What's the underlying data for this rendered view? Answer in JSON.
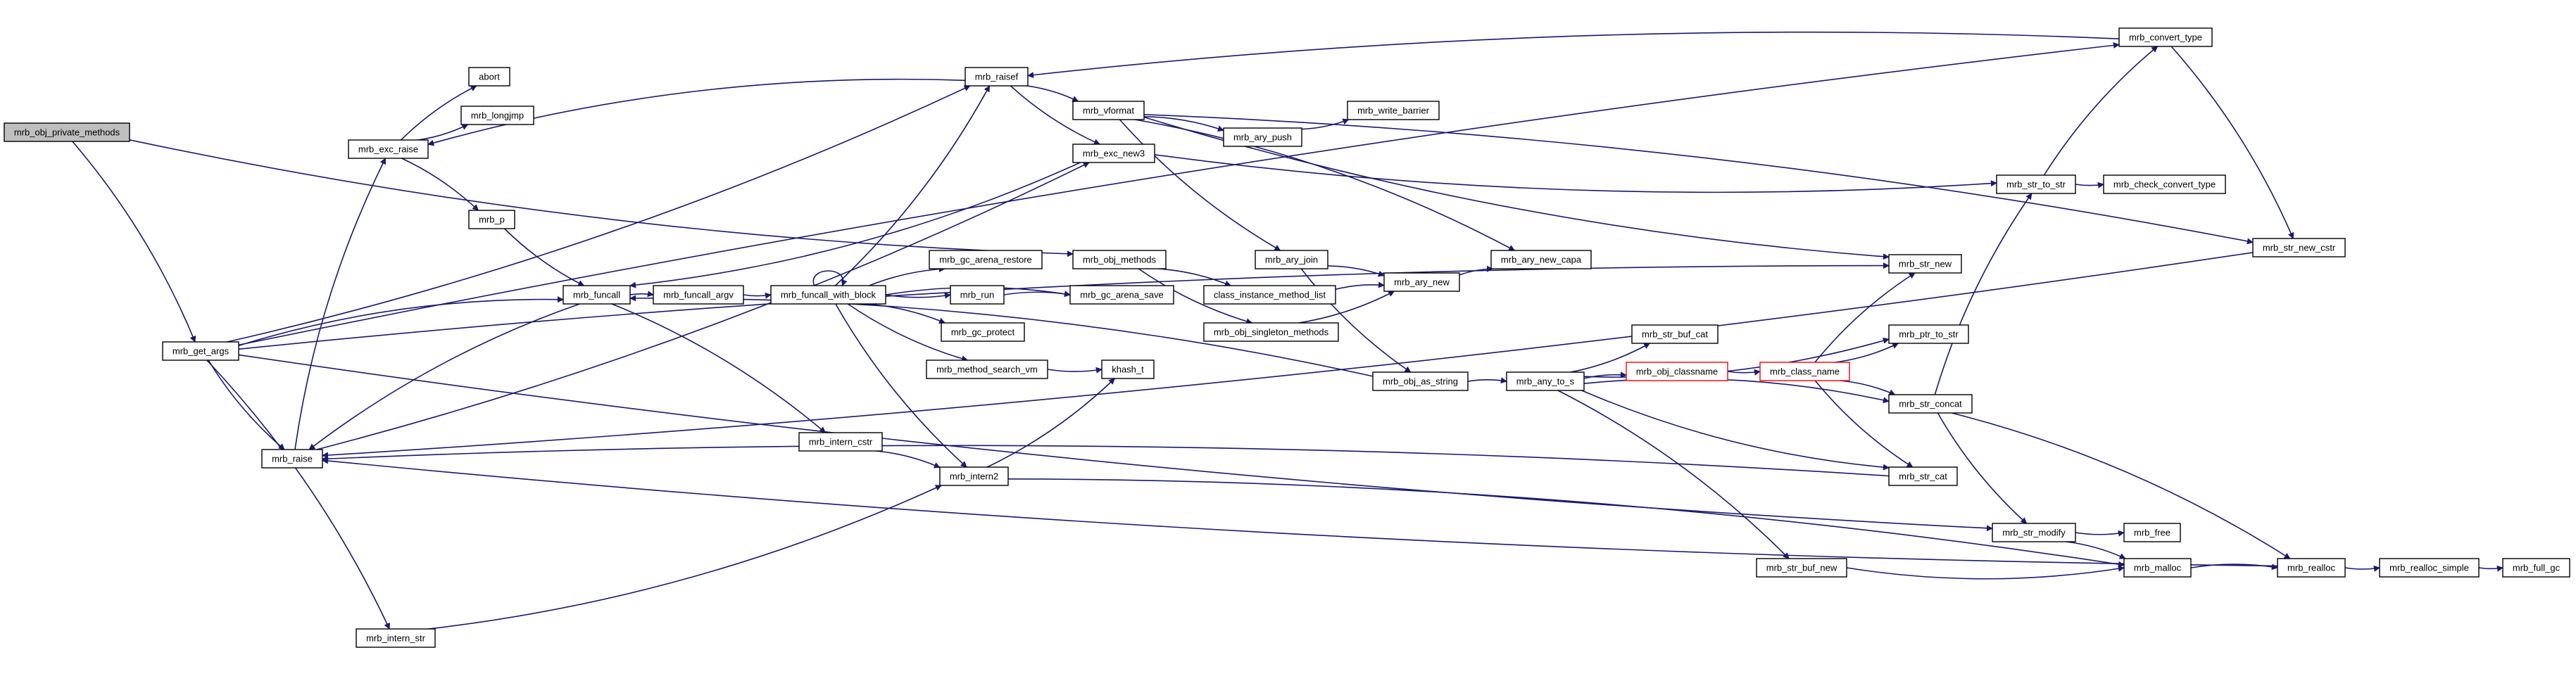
{
  "diagram": {
    "type": "call-graph",
    "colors": {
      "edge": "#191970",
      "root_fill": "#bfbfbf",
      "node_fill": "#ffffff",
      "node_border": "#000000",
      "truncated_border": "#ff0000"
    },
    "nodes": [
      {
        "id": "mrb_obj_private_methods",
        "label": "mrb_obj_private_methods",
        "style": "root"
      },
      {
        "id": "mrb_get_args",
        "label": "mrb_get_args"
      },
      {
        "id": "mrb_obj_methods",
        "label": "mrb_obj_methods"
      },
      {
        "id": "mrb_convert_type",
        "label": "mrb_convert_type"
      },
      {
        "id": "mrb_raisef",
        "label": "mrb_raisef"
      },
      {
        "id": "mrb_exc_raise",
        "label": "mrb_exc_raise"
      },
      {
        "id": "mrb_funcall",
        "label": "mrb_funcall"
      },
      {
        "id": "mrb_raise",
        "label": "mrb_raise"
      },
      {
        "id": "mrb_intern_str",
        "label": "mrb_intern_str"
      },
      {
        "id": "abort",
        "label": "abort"
      },
      {
        "id": "mrb_longjmp",
        "label": "mrb_longjmp"
      },
      {
        "id": "mrb_p",
        "label": "mrb_p"
      },
      {
        "id": "mrb_vformat",
        "label": "mrb_vformat"
      },
      {
        "id": "mrb_exc_new3",
        "label": "mrb_exc_new3"
      },
      {
        "id": "mrb_ary_push",
        "label": "mrb_ary_push"
      },
      {
        "id": "mrb_write_barrier",
        "label": "mrb_write_barrier"
      },
      {
        "id": "mrb_funcall_argv",
        "label": "mrb_funcall_argv"
      },
      {
        "id": "mrb_funcall_with_block",
        "label": "mrb_funcall_with_block"
      },
      {
        "id": "mrb_intern_cstr",
        "label": "mrb_intern_cstr"
      },
      {
        "id": "mrb_intern2",
        "label": "mrb_intern2"
      },
      {
        "id": "mrb_gc_arena_restore",
        "label": "mrb_gc_arena_restore"
      },
      {
        "id": "mrb_run",
        "label": "mrb_run"
      },
      {
        "id": "mrb_gc_protect",
        "label": "mrb_gc_protect"
      },
      {
        "id": "mrb_method_search_vm",
        "label": "mrb_method_search_vm"
      },
      {
        "id": "mrb_gc_arena_save",
        "label": "mrb_gc_arena_save"
      },
      {
        "id": "khash_t",
        "label": "khash_t"
      },
      {
        "id": "mrb_ary_join",
        "label": "mrb_ary_join"
      },
      {
        "id": "class_instance_method_list",
        "label": "class_instance_method_list"
      },
      {
        "id": "mrb_obj_singleton_methods",
        "label": "mrb_obj_singleton_methods"
      },
      {
        "id": "mrb_ary_new",
        "label": "mrb_ary_new"
      },
      {
        "id": "mrb_ary_new_capa",
        "label": "mrb_ary_new_capa"
      },
      {
        "id": "mrb_obj_as_string",
        "label": "mrb_obj_as_string"
      },
      {
        "id": "mrb_any_to_s",
        "label": "mrb_any_to_s"
      },
      {
        "id": "mrb_str_buf_cat",
        "label": "mrb_str_buf_cat"
      },
      {
        "id": "mrb_obj_classname",
        "label": "mrb_obj_classname",
        "style": "truncated"
      },
      {
        "id": "mrb_class_name",
        "label": "mrb_class_name",
        "style": "truncated"
      },
      {
        "id": "mrb_str_new",
        "label": "mrb_str_new"
      },
      {
        "id": "mrb_ptr_to_str",
        "label": "mrb_ptr_to_str"
      },
      {
        "id": "mrb_str_concat",
        "label": "mrb_str_concat"
      },
      {
        "id": "mrb_str_cat",
        "label": "mrb_str_cat"
      },
      {
        "id": "mrb_str_to_str",
        "label": "mrb_str_to_str"
      },
      {
        "id": "mrb_check_convert_type",
        "label": "mrb_check_convert_type"
      },
      {
        "id": "mrb_str_new_cstr",
        "label": "mrb_str_new_cstr"
      },
      {
        "id": "mrb_str_buf_new",
        "label": "mrb_str_buf_new"
      },
      {
        "id": "mrb_str_modify",
        "label": "mrb_str_modify"
      },
      {
        "id": "mrb_free",
        "label": "mrb_free"
      },
      {
        "id": "mrb_malloc",
        "label": "mrb_malloc"
      },
      {
        "id": "mrb_realloc",
        "label": "mrb_realloc"
      },
      {
        "id": "mrb_realloc_simple",
        "label": "mrb_realloc_simple"
      },
      {
        "id": "mrb_full_gc",
        "label": "mrb_full_gc"
      }
    ],
    "edges": [
      [
        "mrb_obj_private_methods",
        "mrb_get_args"
      ],
      [
        "mrb_obj_private_methods",
        "mrb_obj_methods"
      ],
      [
        "mrb_get_args",
        "mrb_convert_type"
      ],
      [
        "mrb_get_args",
        "mrb_raisef"
      ],
      [
        "mrb_get_args",
        "mrb_funcall"
      ],
      [
        "mrb_get_args",
        "mrb_raise"
      ],
      [
        "mrb_get_args",
        "mrb_intern_str"
      ],
      [
        "mrb_get_args",
        "mrb_str_modify"
      ],
      [
        "mrb_get_args",
        "mrb_str_new"
      ],
      [
        "mrb_convert_type",
        "mrb_raisef"
      ],
      [
        "mrb_convert_type",
        "mrb_str_new_cstr"
      ],
      [
        "mrb_raisef",
        "mrb_exc_raise"
      ],
      [
        "mrb_raisef",
        "mrb_vformat"
      ],
      [
        "mrb_raisef",
        "mrb_exc_new3"
      ],
      [
        "mrb_exc_raise",
        "abort"
      ],
      [
        "mrb_exc_raise",
        "mrb_longjmp"
      ],
      [
        "mrb_exc_raise",
        "mrb_p"
      ],
      [
        "mrb_p",
        "mrb_funcall"
      ],
      [
        "mrb_vformat",
        "mrb_ary_push"
      ],
      [
        "mrb_vformat",
        "mrb_ary_join"
      ],
      [
        "mrb_vformat",
        "mrb_ary_new_capa"
      ],
      [
        "mrb_vformat",
        "mrb_str_new"
      ],
      [
        "mrb_vformat",
        "mrb_str_new_cstr"
      ],
      [
        "mrb_ary_push",
        "mrb_write_barrier"
      ],
      [
        "mrb_exc_new3",
        "mrb_funcall"
      ],
      [
        "mrb_exc_new3",
        "mrb_str_to_str"
      ],
      [
        "mrb_funcall",
        "mrb_funcall_argv"
      ],
      [
        "mrb_funcall",
        "mrb_raise"
      ],
      [
        "mrb_funcall",
        "mrb_intern_cstr"
      ],
      [
        "mrb_funcall_argv",
        "mrb_funcall_with_block"
      ],
      [
        "mrb_funcall_with_block",
        "mrb_funcall_with_block"
      ],
      [
        "mrb_funcall_with_block",
        "mrb_raisef"
      ],
      [
        "mrb_funcall_with_block",
        "mrb_gc_arena_restore"
      ],
      [
        "mrb_funcall_with_block",
        "mrb_run"
      ],
      [
        "mrb_funcall_with_block",
        "mrb_gc_protect"
      ],
      [
        "mrb_funcall_with_block",
        "mrb_method_search_vm"
      ],
      [
        "mrb_funcall_with_block",
        "mrb_gc_arena_save"
      ],
      [
        "mrb_funcall_with_block",
        "mrb_intern2"
      ],
      [
        "mrb_run",
        "mrb_gc_arena_save"
      ],
      [
        "mrb_method_search_vm",
        "khash_t"
      ],
      [
        "mrb_intern_cstr",
        "mrb_intern2"
      ],
      [
        "mrb_intern2",
        "khash_t"
      ],
      [
        "mrb_intern2",
        "mrb_malloc"
      ],
      [
        "mrb_intern_str",
        "mrb_intern2"
      ],
      [
        "mrb_raise",
        "mrb_exc_raise"
      ],
      [
        "mrb_raise",
        "mrb_exc_new3"
      ],
      [
        "mrb_obj_methods",
        "class_instance_method_list"
      ],
      [
        "mrb_obj_methods",
        "mrb_obj_singleton_methods"
      ],
      [
        "mrb_ary_join",
        "mrb_ary_new"
      ],
      [
        "mrb_ary_join",
        "mrb_obj_as_string"
      ],
      [
        "class_instance_method_list",
        "mrb_ary_new"
      ],
      [
        "mrb_obj_singleton_methods",
        "mrb_ary_new"
      ],
      [
        "mrb_ary_new",
        "mrb_ary_new_capa"
      ],
      [
        "mrb_obj_as_string",
        "mrb_funcall"
      ],
      [
        "mrb_obj_as_string",
        "mrb_any_to_s"
      ],
      [
        "mrb_any_to_s",
        "mrb_str_buf_cat"
      ],
      [
        "mrb_any_to_s",
        "mrb_obj_classname"
      ],
      [
        "mrb_any_to_s",
        "mrb_ptr_to_str"
      ],
      [
        "mrb_any_to_s",
        "mrb_str_concat"
      ],
      [
        "mrb_any_to_s",
        "mrb_str_cat"
      ],
      [
        "mrb_any_to_s",
        "mrb_str_buf_new"
      ],
      [
        "mrb_obj_classname",
        "mrb_class_name"
      ],
      [
        "mrb_class_name",
        "mrb_str_new"
      ],
      [
        "mrb_class_name",
        "mrb_ptr_to_str"
      ],
      [
        "mrb_class_name",
        "mrb_str_concat"
      ],
      [
        "mrb_class_name",
        "mrb_str_cat"
      ],
      [
        "mrb_str_concat",
        "mrb_str_to_str"
      ],
      [
        "mrb_str_concat",
        "mrb_str_modify"
      ],
      [
        "mrb_str_concat",
        "mrb_realloc"
      ],
      [
        "mrb_str_cat",
        "mrb_raise"
      ],
      [
        "mrb_str_to_str",
        "mrb_convert_type"
      ],
      [
        "mrb_str_to_str",
        "mrb_check_convert_type"
      ],
      [
        "mrb_str_new_cstr",
        "mrb_raise"
      ],
      [
        "mrb_str_modify",
        "mrb_free"
      ],
      [
        "mrb_str_modify",
        "mrb_malloc"
      ],
      [
        "mrb_str_buf_new",
        "mrb_malloc"
      ],
      [
        "mrb_malloc",
        "mrb_realloc"
      ],
      [
        "mrb_realloc",
        "mrb_realloc_simple"
      ],
      [
        "mrb_realloc",
        "mrb_raise"
      ],
      [
        "mrb_realloc_simple",
        "mrb_full_gc"
      ]
    ]
  }
}
